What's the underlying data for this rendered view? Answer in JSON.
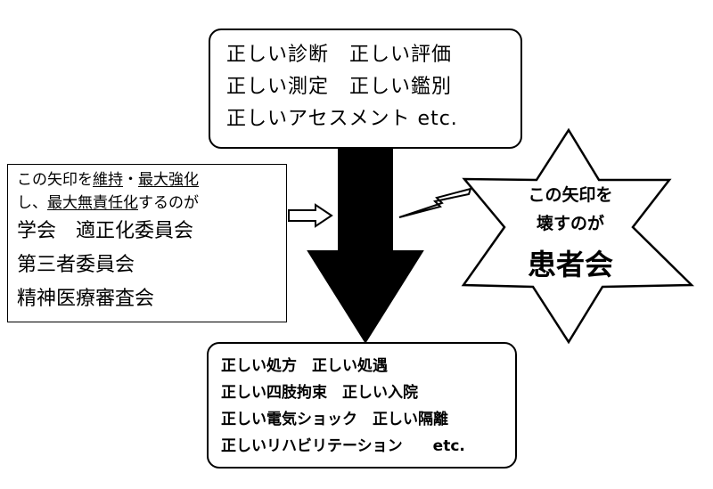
{
  "top_box": {
    "lines": [
      "正しい診断　正しい評価",
      "正しい測定　正しい鑑別",
      "正しいアセスメント etc."
    ]
  },
  "left_box": {
    "line1_prefix": "この矢印を",
    "line1_u1": "維持",
    "line1_mid": "・",
    "line1_u2": "最大強化",
    "line2_prefix": "し、",
    "line2_u": "最大無責任化",
    "line2_suffix": "するのが",
    "line3": "学会　適正化委員会",
    "line4": "第三者委員会",
    "line5": "精神医療審査会"
  },
  "star": {
    "line1": "この矢印を",
    "line2": "壊すのが",
    "line3": "患者会"
  },
  "bottom_box": {
    "lines": [
      "正しい処方　正しい処遇",
      "正しい四肢拘束　正しい入院",
      "正しい電気ショック　正しい隔離",
      "正しいリハビリテーション　　etc."
    ]
  }
}
